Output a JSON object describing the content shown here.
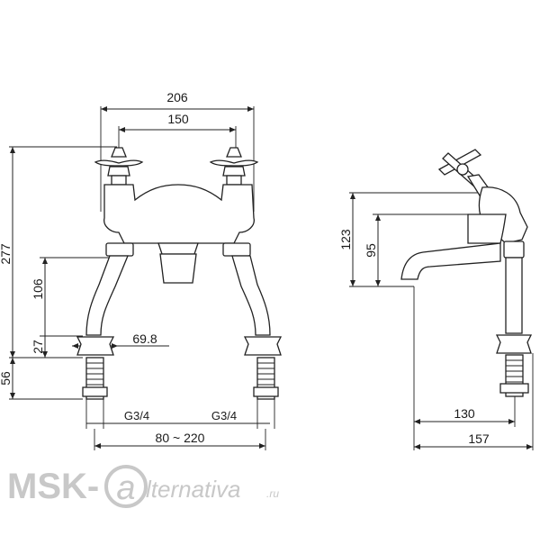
{
  "diagram": {
    "front_view": {
      "width_overall": "206",
      "centers_upper": "150",
      "height_overall": "277",
      "height_lower": "106",
      "flange_height": "27",
      "flange_diameter": "69.8",
      "shank_length": "56",
      "thread_left": "G3/4",
      "thread_right": "G3/4",
      "centers_range": "80 ~ 220"
    },
    "side_view": {
      "height_upper": "123",
      "spout_height": "95",
      "spout_reach": "130",
      "depth_overall": "157"
    },
    "watermark": {
      "prefix": "MSK-",
      "letter": "a",
      "suffix": "lternativa",
      "tld": ".ru"
    }
  }
}
